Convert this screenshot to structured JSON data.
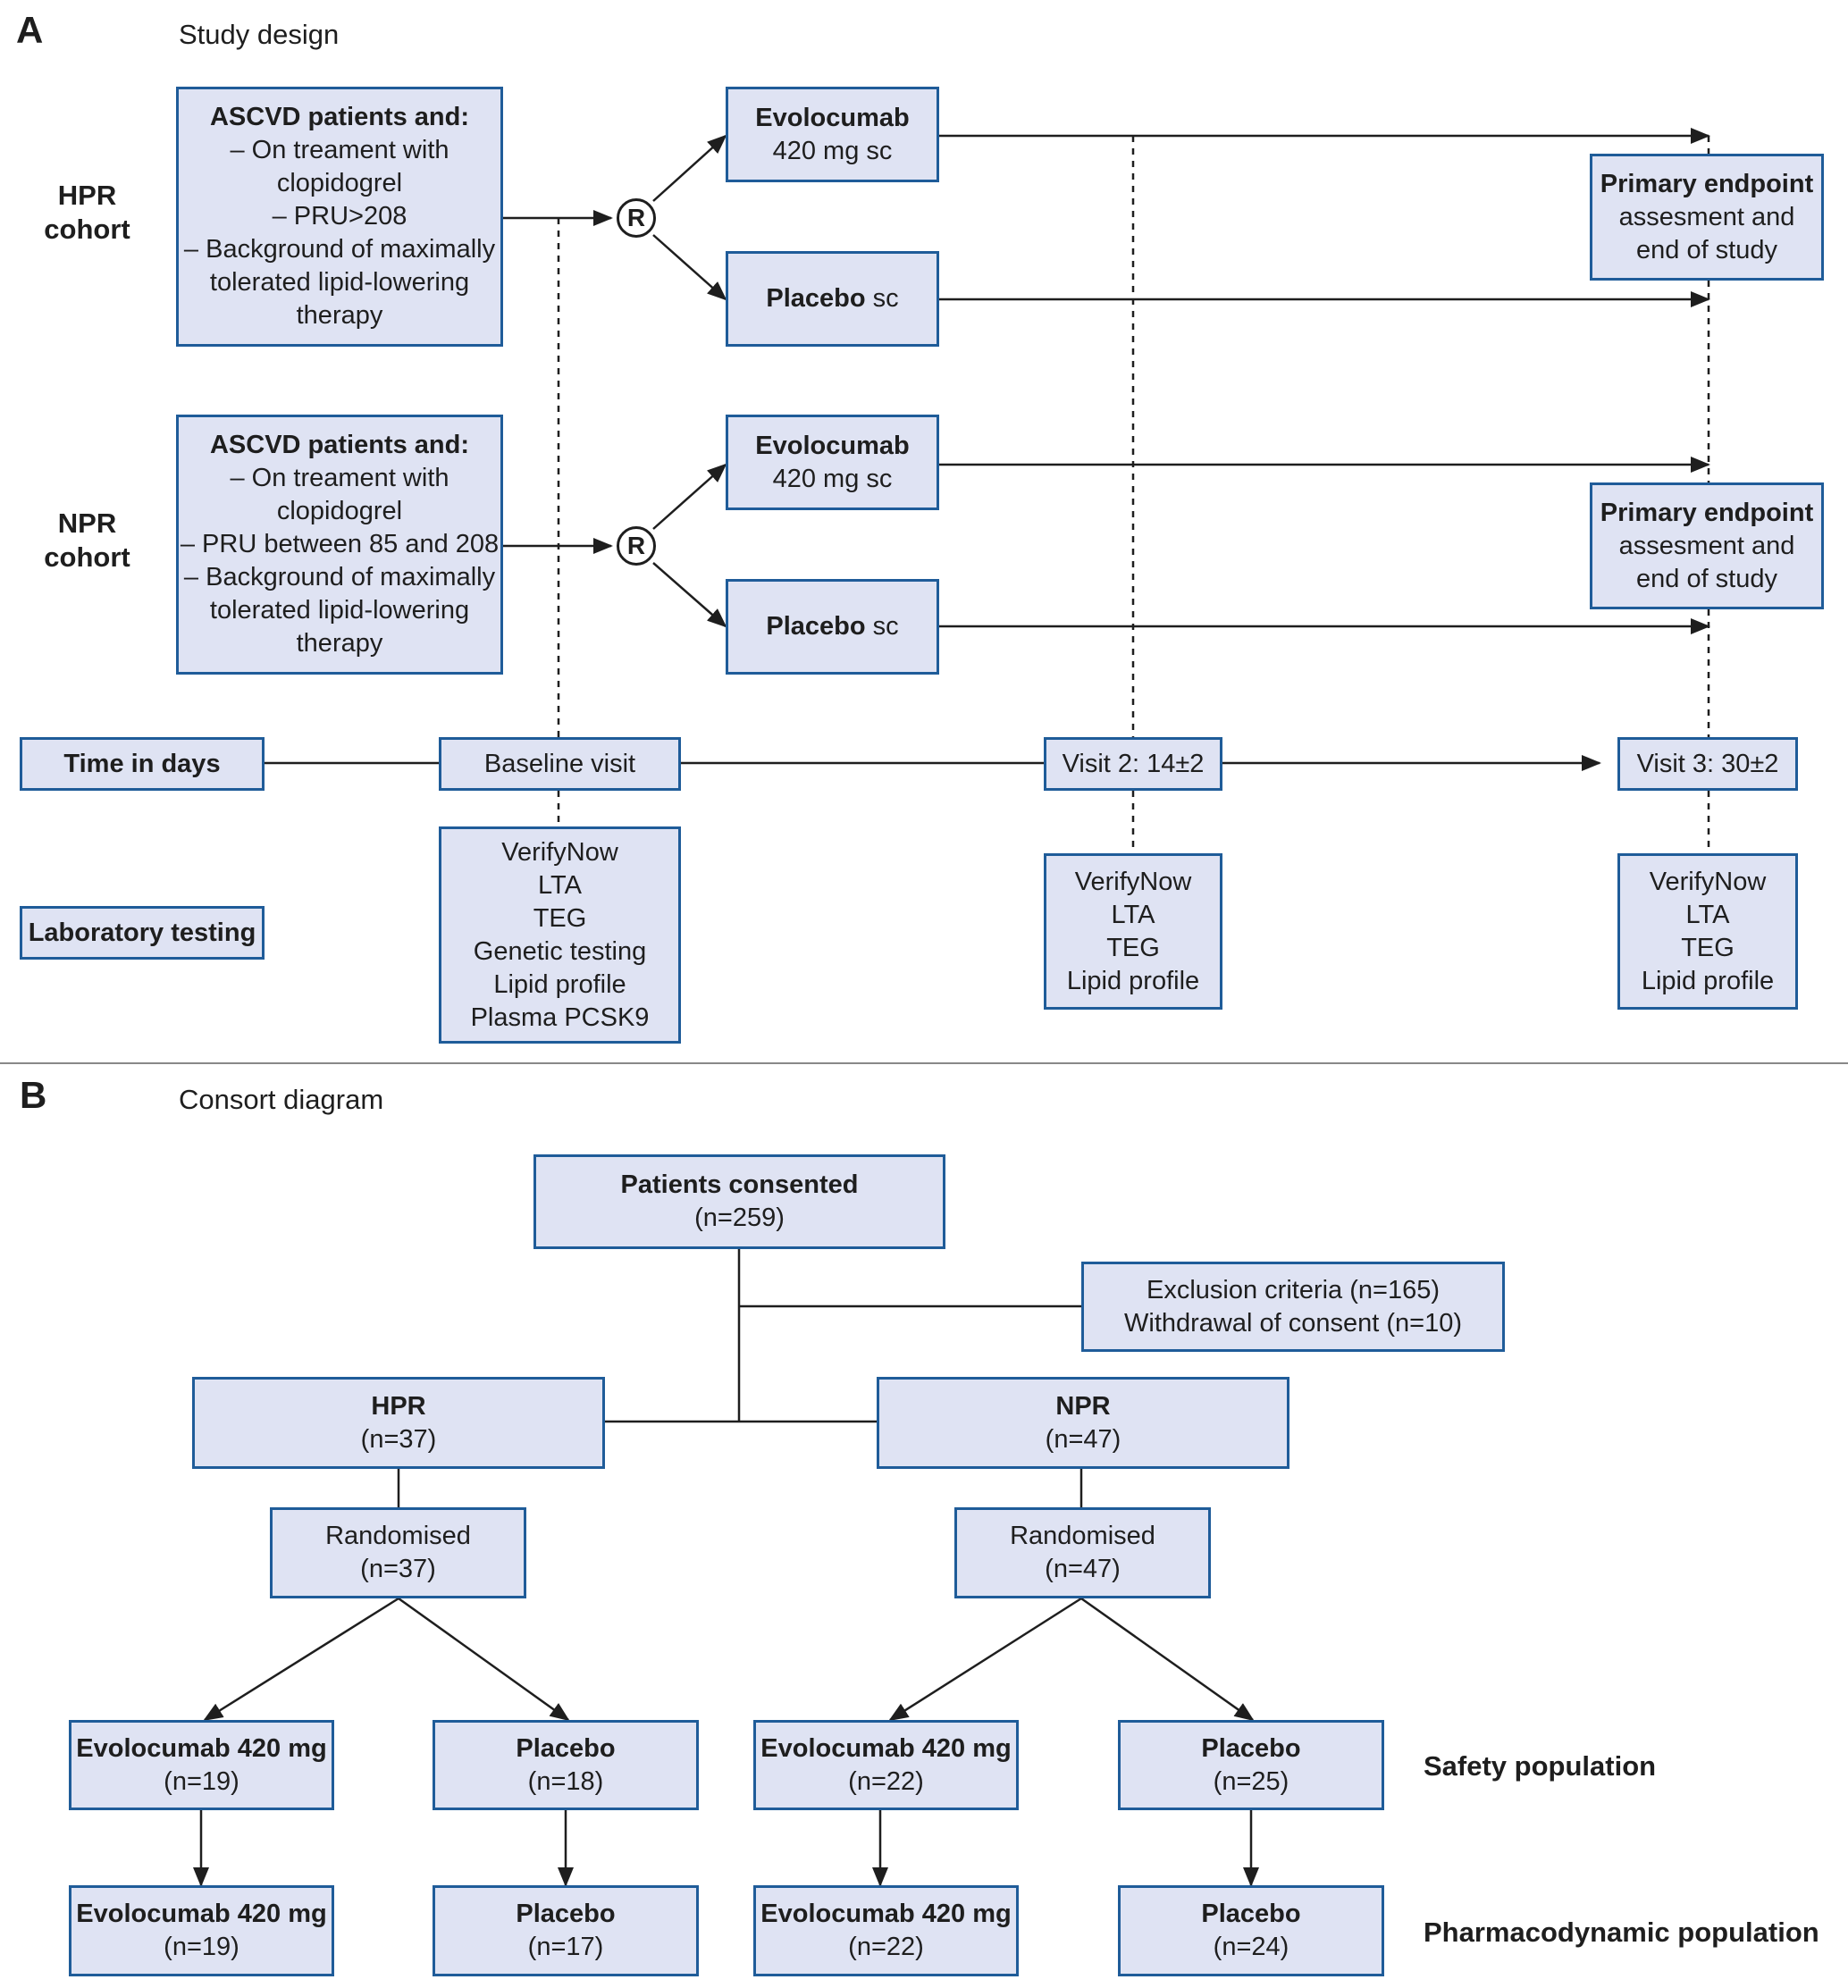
{
  "panel_a": {
    "letter": "A",
    "title": "Study design",
    "hpr_cohort": {
      "label_line1": "HPR",
      "label_line2": "cohort"
    },
    "npr_cohort": {
      "label_line1": "NPR",
      "label_line2": "cohort"
    },
    "hpr_criteria": {
      "heading": "ASCVD patients and:",
      "lines": [
        "– On treament with",
        "clopidogrel",
        "– PRU>208",
        "– Background of maximally",
        "tolerated lipid-lowering",
        "therapy"
      ]
    },
    "npr_criteria": {
      "heading": "ASCVD patients and:",
      "lines": [
        "– On treament with",
        "clopidogrel",
        "– PRU between 85 and 208",
        "– Background of maximally",
        "tolerated lipid-lowering",
        "therapy"
      ]
    },
    "randomisation_symbol": "R",
    "evolocumab": {
      "name": "Evolocumab",
      "dose": "420 mg sc"
    },
    "placebo": {
      "name": "Placebo",
      "route": "sc"
    },
    "primary_endpoint": {
      "heading": "Primary endpoint",
      "line1": "assesment and",
      "line2": "end of study"
    },
    "timeline": {
      "time_label": "Time in days",
      "baseline": "Baseline visit",
      "visit2": "Visit 2: 14±2",
      "visit3": "Visit 3: 30±2"
    },
    "lab_testing_label": "Laboratory testing",
    "baseline_tests": [
      "VerifyNow",
      "LTA",
      "TEG",
      "Genetic testing",
      "Lipid profile",
      "Plasma PCSK9"
    ],
    "visit2_tests": [
      "VerifyNow",
      "LTA",
      "TEG",
      "Lipid profile"
    ],
    "visit3_tests": [
      "VerifyNow",
      "LTA",
      "TEG",
      "Lipid profile"
    ]
  },
  "panel_b": {
    "letter": "B",
    "title": "Consort diagram",
    "consented": {
      "label": "Patients consented",
      "n": "(n=259)"
    },
    "exclusion": {
      "line1": "Exclusion criteria (n=165)",
      "line2": "Withdrawal of consent (n=10)"
    },
    "hpr": {
      "label": "HPR",
      "n": "(n=37)"
    },
    "npr": {
      "label": "NPR",
      "n": "(n=47)"
    },
    "hpr_randomised": {
      "label": "Randomised",
      "n": "(n=37)"
    },
    "npr_randomised": {
      "label": "Randomised",
      "n": "(n=47)"
    },
    "safety_label": "Safety population",
    "pd_label": "Pharmacodynamic population",
    "safety": [
      {
        "label": "Evolocumab 420 mg",
        "n": "(n=19)"
      },
      {
        "label": "Placebo",
        "n": "(n=18)"
      },
      {
        "label": "Evolocumab 420 mg",
        "n": "(n=22)"
      },
      {
        "label": "Placebo",
        "n": "(n=25)"
      }
    ],
    "pharmacodynamic": [
      {
        "label": "Evolocumab 420 mg",
        "n": "(n=19)"
      },
      {
        "label": "Placebo",
        "n": "(n=17)"
      },
      {
        "label": "Evolocumab 420 mg",
        "n": "(n=22)"
      },
      {
        "label": "Placebo",
        "n": "(n=24)"
      }
    ]
  }
}
